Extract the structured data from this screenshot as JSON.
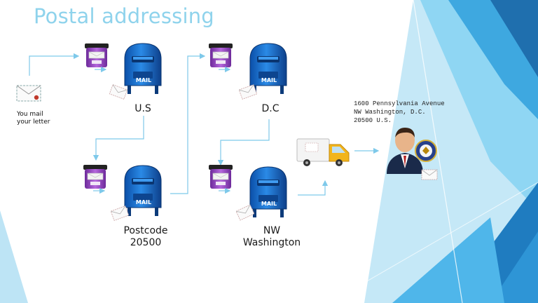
{
  "slide": {
    "title": "Postal addressing"
  },
  "sender": {
    "line1": "You mail",
    "line2": "your letter"
  },
  "steps": [
    {
      "label1": "U.S",
      "label2": "",
      "mailbox_text": "MAIL"
    },
    {
      "label1": "D.C",
      "label2": "",
      "mailbox_text": "MAIL"
    },
    {
      "label1": "Postcode",
      "label2": "20500",
      "mailbox_text": "MAIL"
    },
    {
      "label1": "NW",
      "label2": "Washington",
      "mailbox_text": "MAIL"
    }
  ],
  "address": {
    "line1": "1600 Pennsylvania Avenue",
    "line2": "NW Washington, D.C.",
    "line3": "20500 U.S."
  },
  "colors": {
    "title": "#8fd3ec",
    "mailbox": "#1565c0",
    "sorter": "#8e3bb5",
    "arrow": "#7ec9ea",
    "decor_dark": "#1f7cc0",
    "decor_light": "#5bc2ee"
  }
}
